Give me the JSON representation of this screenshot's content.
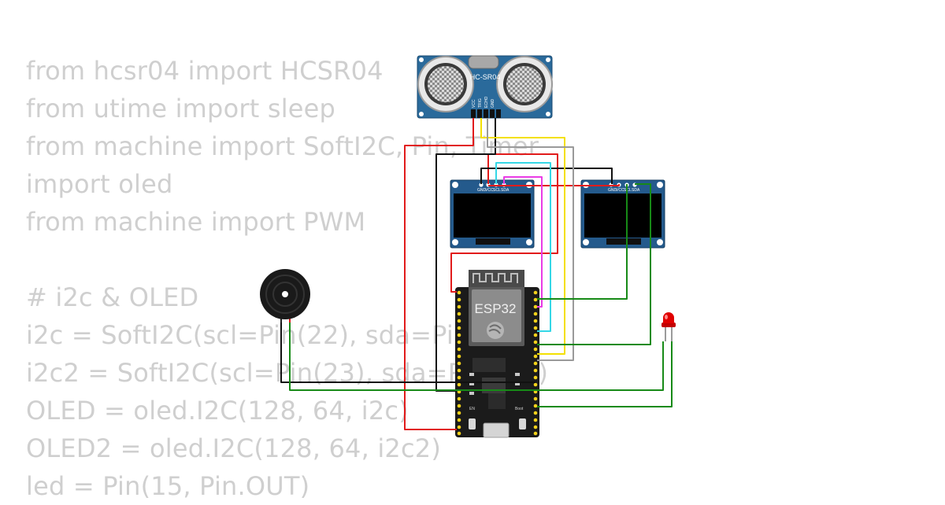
{
  "code": {
    "lines": [
      "from hcsr04 import HCSR04",
      "from utime import sleep",
      "from machine import SoftI2C, Pin, Timer",
      "import oled",
      "from machine import PWM",
      "",
      "# i2c & OLED",
      "i2c = SoftI2C(scl=Pin(22), sda=Pin(21))",
      "i2c2 = SoftI2C(scl=Pin(23), sda=Pin(19))",
      "OLED = oled.I2C(128, 64, i2c)",
      "OLED2 = oled.I2C(128, 64, i2c2)",
      "led = Pin(15, Pin.OUT)"
    ]
  },
  "sensor": {
    "label": "HC-SR04",
    "pins": [
      "VCC",
      "TRIG",
      "ECHO",
      "GND"
    ]
  },
  "oled1": {
    "pins": [
      "GND",
      "VCC",
      "SCL",
      "SDA"
    ]
  },
  "oled2": {
    "pins": [
      "GND",
      "VCC",
      "SCL",
      "SDA"
    ]
  },
  "esp32": {
    "label": "ESP32",
    "button_en": "EN",
    "button_boot": "Boot"
  },
  "colors": {
    "code_text": "#cfcfcf",
    "wire_red": "#e11b1b",
    "wire_black": "#111111",
    "wire_yellow": "#f4e000",
    "wire_gray": "#9a9a9a",
    "wire_cyan": "#35d7e6",
    "wire_magenta": "#ea3ce6",
    "wire_green": "#178a17",
    "board_blue": "#1f4f78",
    "esp_black": "#1b1b1b",
    "led_red": "#e00000"
  }
}
